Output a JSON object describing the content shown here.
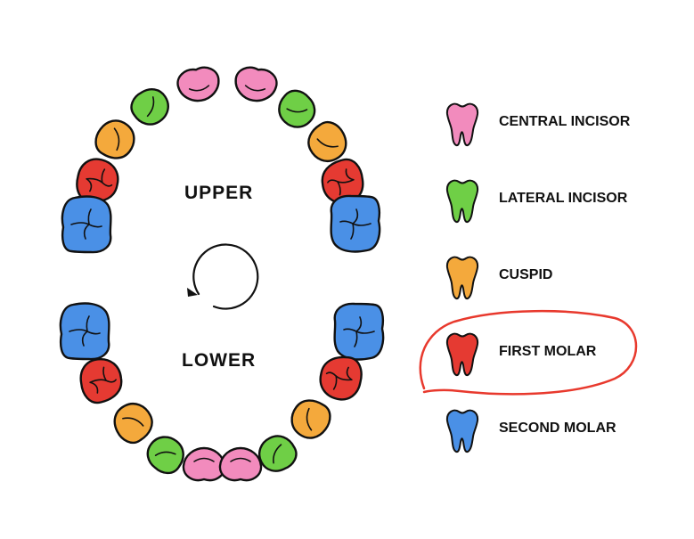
{
  "diagram": {
    "upper_label": "UPPER",
    "lower_label": "LOWER",
    "rotation_icon": "circular-arrow-icon",
    "legend": [
      {
        "label": "CENTRAL INCISOR",
        "color": "#f28bbd",
        "key": "central-incisor"
      },
      {
        "label": "LATERAL INCISOR",
        "color": "#6fcf46",
        "key": "lateral-incisor"
      },
      {
        "label": "CUSPID",
        "color": "#f4a93c",
        "key": "cuspid"
      },
      {
        "label": "FIRST MOLAR",
        "color": "#e53a32",
        "key": "first-molar",
        "highlighted": true
      },
      {
        "label": "SECOND MOLAR",
        "color": "#4a90e6",
        "key": "second-molar"
      }
    ],
    "highlight_color": "#e8392d"
  }
}
